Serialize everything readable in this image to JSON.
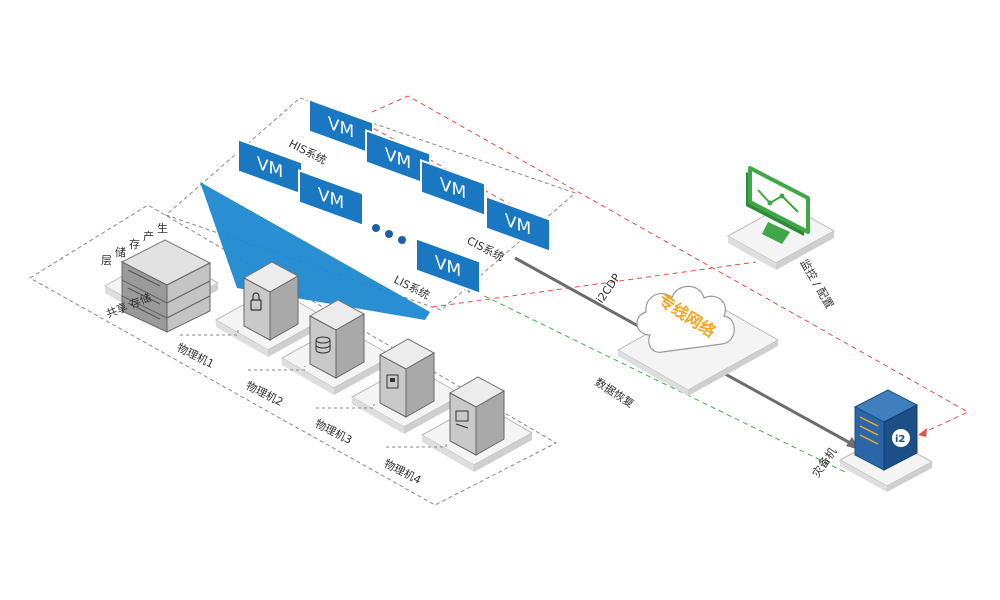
{
  "colors": {
    "vm_blue": "#1a78c2",
    "beam_blue": "#1e88d0",
    "red_dash": "#e5504a",
    "green_dash": "#43b14a",
    "link_gray": "#6d6d6d",
    "cloud_text": "#f5a623",
    "monitor_green": "#3da845"
  },
  "vm_label": "VM",
  "groups": {
    "his": "HIS系统",
    "cis": "CIS系统",
    "lis": "LIS系统"
  },
  "ellipsis_dots": "•••",
  "storage": {
    "vertical_title": [
      "生",
      "产",
      "存",
      "储",
      "层"
    ],
    "shared": "共享 存储"
  },
  "physical_machines": [
    "物理机1",
    "物理机2",
    "物理机3",
    "物理机4"
  ],
  "links": {
    "i2cdp": "i2CDP",
    "data_recovery": "数据恢复"
  },
  "cloud_label": "专线网络",
  "monitor_label": "监控 / 配置",
  "backup_label": "灾备机",
  "backup_logo": "i2",
  "icons": [
    "storage-rack-icon",
    "lock-server-icon",
    "database-server-icon",
    "backup-server-icon",
    "monitor-server-icon",
    "cloud-icon",
    "monitor-icon",
    "i2-server-icon"
  ]
}
